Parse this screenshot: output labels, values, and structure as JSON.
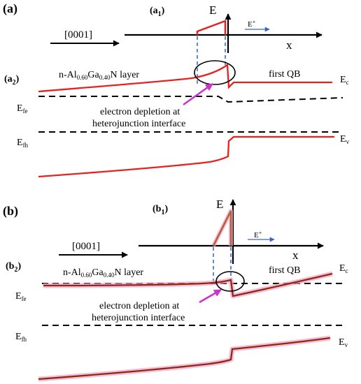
{
  "colors": {
    "band_a": "#e8201f",
    "band_b": "#8b2a10",
    "field_a": "#e8201f",
    "field_b": "#b5623e",
    "arrow_blue": "#3a63c8",
    "pointer": "#cc33cc",
    "dash_blue": "#2f62d6",
    "glow_b": "#f2a3c9"
  },
  "panel_a": {
    "label": "(a)",
    "sub1_main": "(a",
    "sub1_sub": "1",
    "sub1_close": ")",
    "sub2_main": "(a",
    "sub2_sub": "2",
    "sub2_close": ")",
    "direction": "[0001]",
    "axis_e": "E",
    "axis_x": "x",
    "field": "E",
    "field_sup": "+",
    "layer_pre": "n-Al",
    "layer_s1": "0.60",
    "layer_mid": "Ga",
    "layer_s2": "0.40",
    "layer_post": "N layer",
    "qb": "first QB",
    "ec_main": "E",
    "ec_sub": "c",
    "efe_main": "E",
    "efe_sub": "fe",
    "efh_main": "E",
    "efh_sub": "fh",
    "ev_main": "E",
    "ev_sub": "v",
    "depletion_line1": "electron depletion at",
    "depletion_line2": "heterojunction interface"
  },
  "panel_b": {
    "label": "(b)",
    "sub1_main": "(b",
    "sub1_sub": "1",
    "sub1_close": ")",
    "sub2_main": "(b",
    "sub2_sub": "2",
    "sub2_close": ")",
    "direction": "[0001]",
    "axis_e": "E",
    "axis_x": "x",
    "field": "E",
    "field_sup": "+",
    "layer_pre": "n-Al",
    "layer_s1": "0.60",
    "layer_mid": "Ga",
    "layer_s2": "0.40",
    "layer_post": "N layer",
    "qb": "first QB",
    "ec_main": "E",
    "ec_sub": "c",
    "efe_main": "E",
    "efe_sub": "fe",
    "efh_main": "E",
    "efh_sub": "fh",
    "ev_main": "E",
    "ev_sub": "v",
    "depletion_line1": "electron depletion at",
    "depletion_line2": "heterojunction interface"
  }
}
